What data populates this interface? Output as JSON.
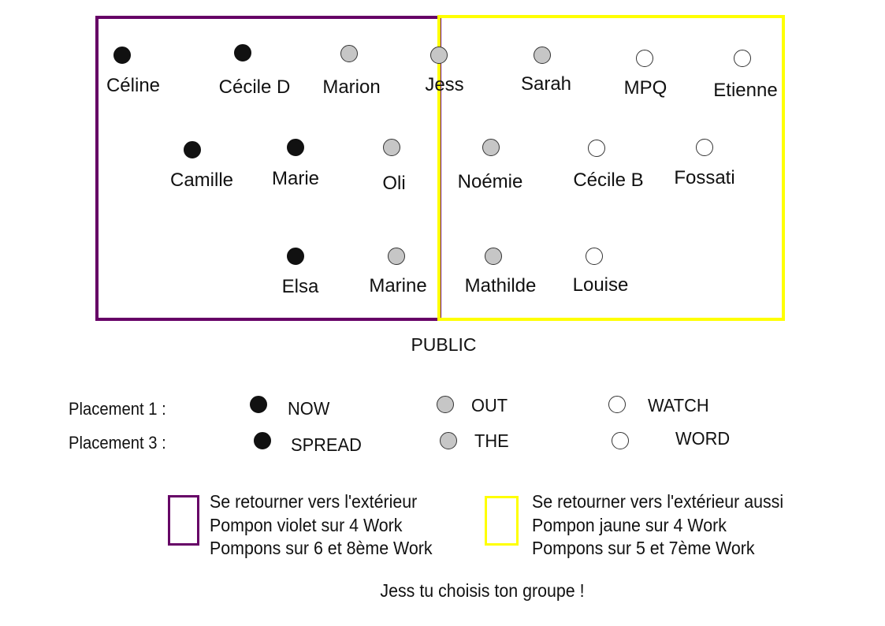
{
  "dancers": [
    {
      "name": "Céline",
      "group": "NOW"
    },
    {
      "name": "Cécile D",
      "group": "NOW"
    },
    {
      "name": "Marion",
      "group": "OUT"
    },
    {
      "name": "Jess",
      "group": "OUT"
    },
    {
      "name": "Sarah",
      "group": "OUT"
    },
    {
      "name": "MPQ",
      "group": "WATCH"
    },
    {
      "name": "Etienne",
      "group": "WATCH"
    },
    {
      "name": "Camille",
      "group": "NOW"
    },
    {
      "name": "Marie",
      "group": "NOW"
    },
    {
      "name": "Oli",
      "group": "OUT"
    },
    {
      "name": "Noémie",
      "group": "OUT"
    },
    {
      "name": "Cécile B",
      "group": "WATCH"
    },
    {
      "name": "Fossati",
      "group": "WATCH"
    },
    {
      "name": "Elsa",
      "group": "NOW"
    },
    {
      "name": "Marine",
      "group": "OUT"
    },
    {
      "name": "Mathilde",
      "group": "OUT"
    },
    {
      "name": "Louise",
      "group": "WATCH"
    }
  ],
  "audience_label": "PUBLIC",
  "placements": [
    {
      "label": "Placement 1 :",
      "words": [
        "NOW",
        "OUT",
        "WATCH"
      ]
    },
    {
      "label": "Placement 3 :",
      "words": [
        "SPREAD",
        "THE",
        "WORD"
      ]
    }
  ],
  "legend": [
    {
      "color": "#660066",
      "lines": [
        "Se retourner vers l'extérieur",
        "Pompon violet sur 4 Work",
        "Pompons sur 6 et 8ème Work"
      ]
    },
    {
      "color": "#ffff00",
      "lines": [
        "Se retourner vers l'extérieur aussi",
        "Pompon jaune sur 4 Work",
        "Pompons sur 5 et 7ème Work"
      ]
    }
  ],
  "footer_note": "Jess tu choisis ton groupe !",
  "group_colors": {
    "NOW": "#111111",
    "OUT": "#c6c6c6",
    "WATCH": "#ffffff"
  }
}
